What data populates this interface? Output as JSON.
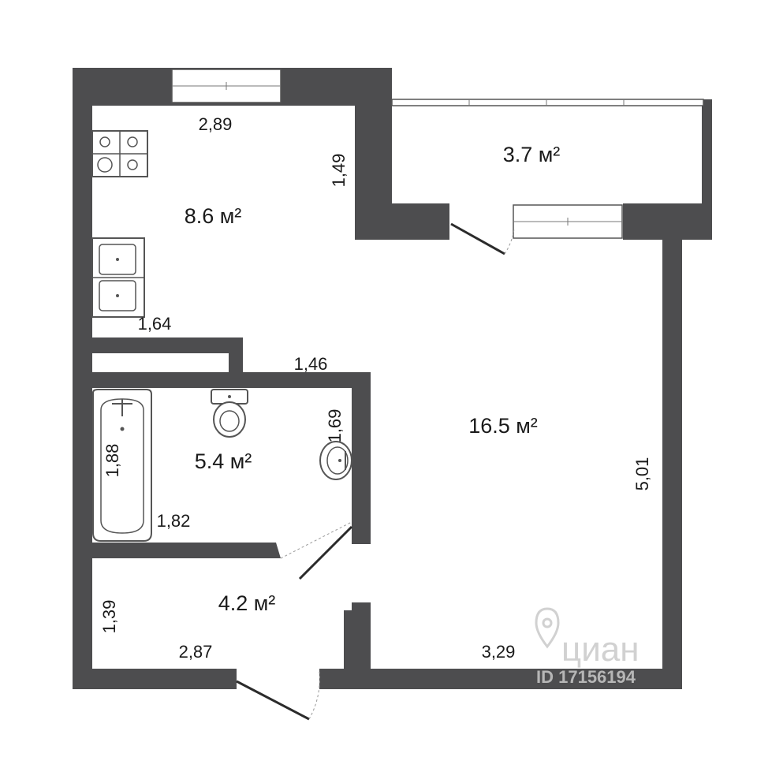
{
  "plan": {
    "rooms": [
      {
        "id": "kitchen",
        "area": "8.6 м²"
      },
      {
        "id": "balcony",
        "area": "3.7 м²"
      },
      {
        "id": "living-room",
        "area": "16.5 м²"
      },
      {
        "id": "bathroom",
        "area": "5.4 м²"
      },
      {
        "id": "hallway",
        "area": "4.2 м²"
      }
    ],
    "dimensions": {
      "kitchen_top": "2,89",
      "kitchen_right": "1,49",
      "kitchen_bottom": "1,64",
      "corridor_top": "1,46",
      "bath_tub": "1,88",
      "bath_right": "1,69",
      "bath_bottom": "1,82",
      "hall_left": "1,39",
      "hall_bottom": "2,87",
      "living_bottom": "3,29",
      "living_right": "5,01"
    },
    "watermark": {
      "brand": "циан",
      "id": "ID 17156194"
    },
    "colors": {
      "wall": "#4d4d4f",
      "watermark": "#c9c9c9"
    }
  }
}
